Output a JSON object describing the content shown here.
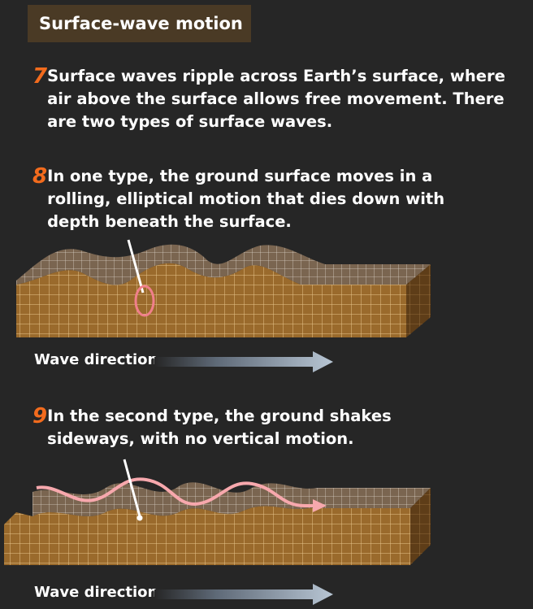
{
  "title": "Surface-wave motion",
  "steps": [
    {
      "num": "7",
      "text": "Surface waves ripple across Earth’s surface, where air above the surface allows free movement. There are two types of surface waves."
    },
    {
      "num": "8",
      "text": "In one type, the ground surface moves in a rolling, elliptical motion that dies down with depth beneath the surface."
    },
    {
      "num": "9",
      "text": "In the second type, the ground shakes sideways, with no vertical motion."
    }
  ],
  "wave_labels": [
    "Wave direction",
    "Wave direction"
  ],
  "colors": {
    "title_bg": "#4a3a25",
    "step_number": "#f26b1d",
    "earth_top": "#8a6a45",
    "earth_front": "#9a6a2c",
    "earth_side": "#5e3d18",
    "ellipse": "#f07f8a",
    "motion_path": "#f7a8ad",
    "arrow": "#9aa8b8"
  }
}
